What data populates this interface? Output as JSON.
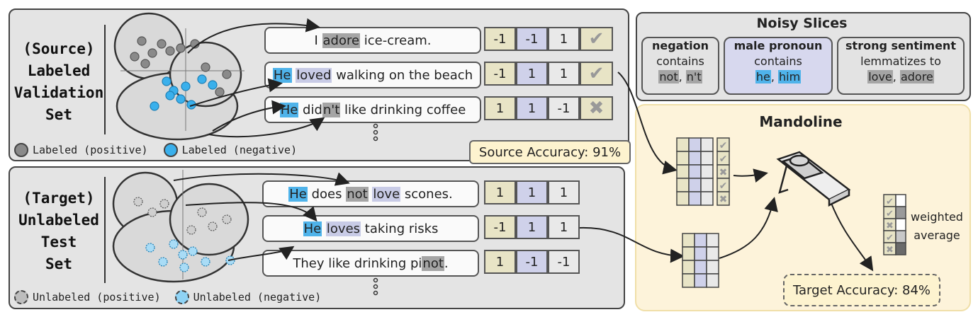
{
  "source": {
    "title_lines": [
      "(Source)",
      "Labeled",
      "Validation",
      "Set"
    ],
    "legend_pos": "Labeled (positive)",
    "legend_neg": "Labeled (negative)",
    "accuracy": "Source Accuracy: 91%",
    "rows": [
      {
        "parts": [
          {
            "t": "I ",
            "h": ""
          },
          {
            "t": "adore",
            "h": "g"
          },
          {
            "t": " ice-cream.",
            "h": ""
          }
        ],
        "cells": [
          "-1",
          "-1",
          "1"
        ],
        "status": "check"
      },
      {
        "parts": [
          {
            "t": "He",
            "h": "b"
          },
          {
            "t": " ",
            "h": ""
          },
          {
            "t": "loved",
            "h": "p"
          },
          {
            "t": " walking on the beach",
            "h": ""
          }
        ],
        "cells": [
          "-1",
          "1",
          "1"
        ],
        "status": "check"
      },
      {
        "parts": [
          {
            "t": "He",
            "h": "b"
          },
          {
            "t": " did",
            "h": ""
          },
          {
            "t": "n't",
            "h": "g"
          },
          {
            "t": " like drinking coffee",
            "h": ""
          }
        ],
        "cells": [
          "1",
          "1",
          "-1"
        ],
        "status": "cross"
      }
    ]
  },
  "target": {
    "title_lines": [
      "(Target)",
      "Unlabeled",
      "Test",
      "Set"
    ],
    "legend_pos": "Unlabeled (positive)",
    "legend_neg": "Unlabeled (negative)",
    "rows": [
      {
        "parts": [
          {
            "t": "He",
            "h": "b"
          },
          {
            "t": " does ",
            "h": ""
          },
          {
            "t": "not",
            "h": "g"
          },
          {
            "t": " ",
            "h": ""
          },
          {
            "t": "love",
            "h": "p"
          },
          {
            "t": " scones.",
            "h": ""
          }
        ],
        "cells": [
          "1",
          "1",
          "1"
        ]
      },
      {
        "parts": [
          {
            "t": "He",
            "h": "b"
          },
          {
            "t": " ",
            "h": ""
          },
          {
            "t": "loves",
            "h": "p"
          },
          {
            "t": " taking risks",
            "h": ""
          }
        ],
        "cells": [
          "-1",
          "1",
          "1"
        ]
      },
      {
        "parts": [
          {
            "t": "They like drinking pi",
            "h": ""
          },
          {
            "t": "not",
            "h": "g"
          },
          {
            "t": ".",
            "h": ""
          }
        ],
        "cells": [
          "1",
          "-1",
          "-1"
        ]
      }
    ]
  },
  "slices": {
    "title": "Noisy Slices",
    "items": [
      {
        "name": "negation",
        "rule": "contains",
        "words": [
          {
            "t": "not",
            "h": "g"
          },
          {
            "t": ", ",
            "h": ""
          },
          {
            "t": "n't",
            "h": "g"
          }
        ]
      },
      {
        "name": "male pronoun",
        "rule": "contains",
        "words": [
          {
            "t": "he",
            "h": "b"
          },
          {
            "t": ", ",
            "h": ""
          },
          {
            "t": "him",
            "h": "b"
          }
        ]
      },
      {
        "name": "strong sentiment",
        "rule": "lemmatizes to",
        "words": [
          {
            "t": "love",
            "h": "g"
          },
          {
            "t": ", ",
            "h": ""
          },
          {
            "t": "adore",
            "h": "g"
          }
        ]
      }
    ]
  },
  "mandoline": {
    "title": "Mandoline",
    "weighted_lines": [
      "weighted",
      "average"
    ],
    "target_accuracy": "Target Accuracy: 84%"
  },
  "colors": {
    "pos": "#8a8a8a",
    "neg": "#3ab0ec",
    "check": "#9a9a9a"
  }
}
